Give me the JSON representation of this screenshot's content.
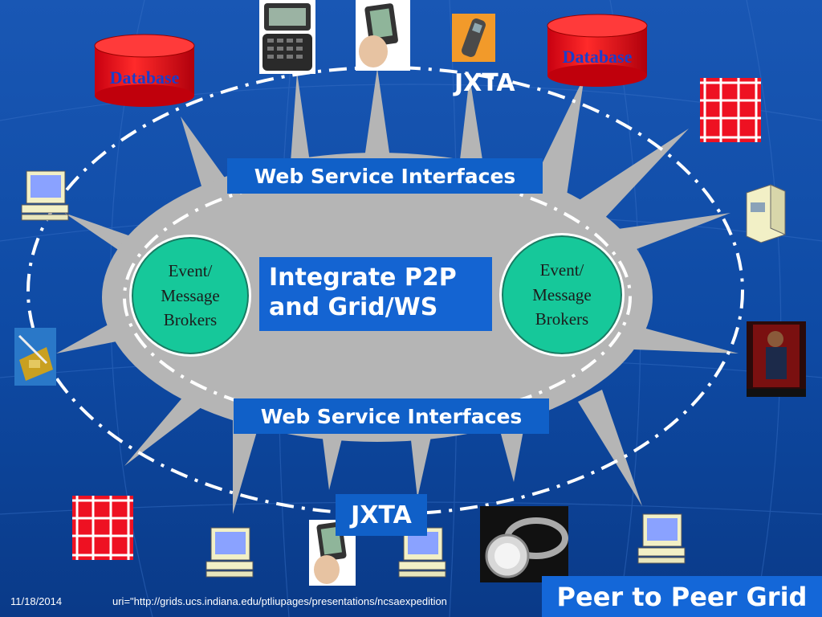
{
  "diagram": {
    "top_interface_label": "Web Service Interfaces",
    "bottom_interface_label": "Web Service Interfaces",
    "center_label_line1": "Integrate P2P",
    "center_label_line2": "and Grid/WS",
    "broker_left": {
      "line1": "Event/",
      "line2": "Message",
      "line3": "Brokers"
    },
    "broker_right": {
      "line1": "Event/",
      "line2": "Message",
      "line3": "Brokers"
    },
    "jxta_top": "JXTA",
    "jxta_bottom": "JXTA",
    "database_left": "Database",
    "database_right": "Database"
  },
  "icons": [
    "database-icon",
    "pda-icon",
    "handheld-icon",
    "cellphone-icon",
    "grid-cluster-icon",
    "computer-icon",
    "server-icon",
    "person-photo-icon",
    "ring-icon",
    "card-reader-icon"
  ],
  "colors": {
    "background": "#0d3f96",
    "hub": "#b5b5b5",
    "broker": "#16c89a",
    "label_box": "#1060c8",
    "database": "#e8101a",
    "grid_node": "#ee1122"
  },
  "footer": {
    "date": "11/18/2014",
    "uri": "uri=\"http://grids.ucs.indiana.edu/ptliupages/presentations/ncsaexpedition"
  },
  "slide_title": "Peer to Peer Grid"
}
